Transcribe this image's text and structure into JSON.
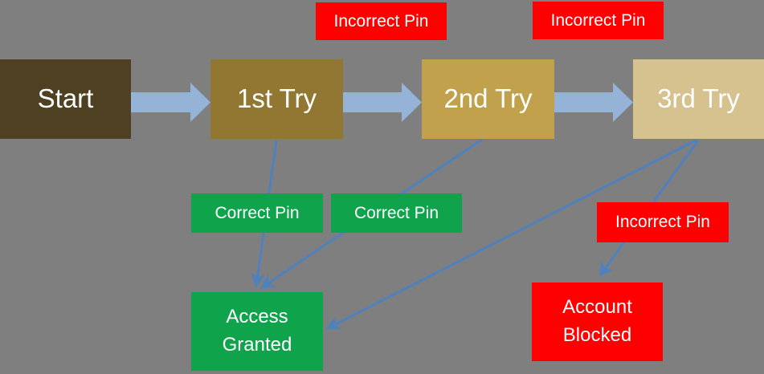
{
  "diagram": {
    "nodes": {
      "start": {
        "label": "Start"
      },
      "try1": {
        "label": "1st Try"
      },
      "try2": {
        "label": "2nd Try"
      },
      "try3": {
        "label": "3rd Try"
      },
      "access": {
        "label": "Access Granted"
      },
      "blocked": {
        "label": "Account Blocked"
      }
    },
    "edge_labels": {
      "incorrect_pin_1": {
        "label": "Incorrect Pin"
      },
      "incorrect_pin_2": {
        "label": "Incorrect Pin"
      },
      "incorrect_pin_3": {
        "label": "Incorrect Pin"
      },
      "correct_pin_1": {
        "label": "Correct Pin"
      },
      "correct_pin_2": {
        "label": "Correct Pin"
      }
    },
    "edges": [
      {
        "from": "Start",
        "to": "1st Try",
        "type": "block-arrow"
      },
      {
        "from": "1st Try",
        "to": "2nd Try",
        "type": "block-arrow",
        "label": "Incorrect Pin"
      },
      {
        "from": "2nd Try",
        "to": "3rd Try",
        "type": "block-arrow",
        "label": "Incorrect Pin"
      },
      {
        "from": "1st Try",
        "to": "Access Granted",
        "type": "line-arrow",
        "label": "Correct Pin"
      },
      {
        "from": "2nd Try",
        "to": "Access Granted",
        "type": "line-arrow",
        "label": "Correct Pin"
      },
      {
        "from": "3rd Try",
        "to": "Access Granted",
        "type": "line-arrow"
      },
      {
        "from": "3rd Try",
        "to": "Account Blocked",
        "type": "line-arrow",
        "label": "Incorrect Pin"
      }
    ],
    "colors": {
      "background": "#7f7f7f",
      "start_box": "#4e4020",
      "try1_box": "#917731",
      "try2_box": "#c2a14c",
      "try3_box": "#d6c28f",
      "success_green": "#0fa34c",
      "failure_red": "#ff0000",
      "block_arrow_blue": "#95b3d7",
      "connector_blue": "#4f81bd",
      "text_white": "#ffffff"
    }
  }
}
